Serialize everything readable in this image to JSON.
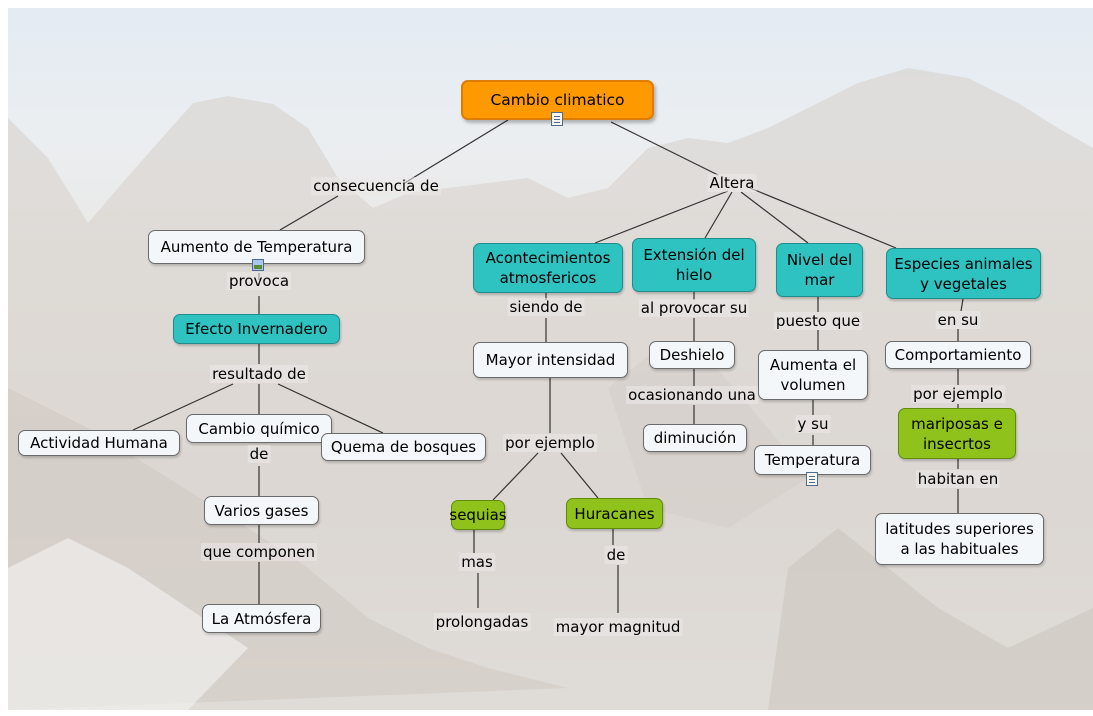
{
  "colors": {
    "root": "#ff9900",
    "teal": "#2ec2c0",
    "green": "#8fc21a",
    "white": "#f3f7f9",
    "link": "#333333"
  },
  "nodes": {
    "root": "Cambio climatico",
    "aumento": "Aumento de Temperatura",
    "efecto": "Efecto Invernadero",
    "actividad": "Actividad Humana",
    "quimico": "Cambio químico",
    "quema": "Quema de bosques",
    "gases": "Varios gases",
    "atmosfera": "La Atmósfera",
    "aconte": "Acontecimientos atmosfericos",
    "mayor": "Mayor intensidad",
    "sequias": "sequias",
    "huracanes": "Huracanes",
    "extension": "Extensión del hielo",
    "deshielo": "Deshielo",
    "diminucion": "diminución",
    "nivel": "Nivel del mar",
    "aumenta": "Aumenta el volumen",
    "temperatura": "Temperatura",
    "especies": "Especies animales y vegetales",
    "comporta": "Comportamiento",
    "mariposas": "mariposas e insecrtos",
    "latitudes": "latitudes superiores a las habituales"
  },
  "links": {
    "consecuencia": "consecuencia de",
    "altera": "Altera",
    "provoca": "provoca",
    "resultado": "resultado de",
    "de1": "de",
    "componen": "que componen",
    "siendo": "siendo de",
    "ejemplo1": "por ejemplo",
    "mas": "mas",
    "prolongadas": "prolongadas",
    "de2": "de",
    "magnitud": "mayor magnitud",
    "provocar": "al provocar su",
    "ocasionando": "ocasionando una",
    "puesto": "puesto que",
    "ysu": "y su",
    "ensu": "en su",
    "ejemplo2": "por ejemplo",
    "habitan": "habitan en"
  },
  "icons": {
    "root_attachment": "document-icon",
    "aumento_attachment": "image-icon",
    "temperatura_attachment": "document-icon"
  }
}
